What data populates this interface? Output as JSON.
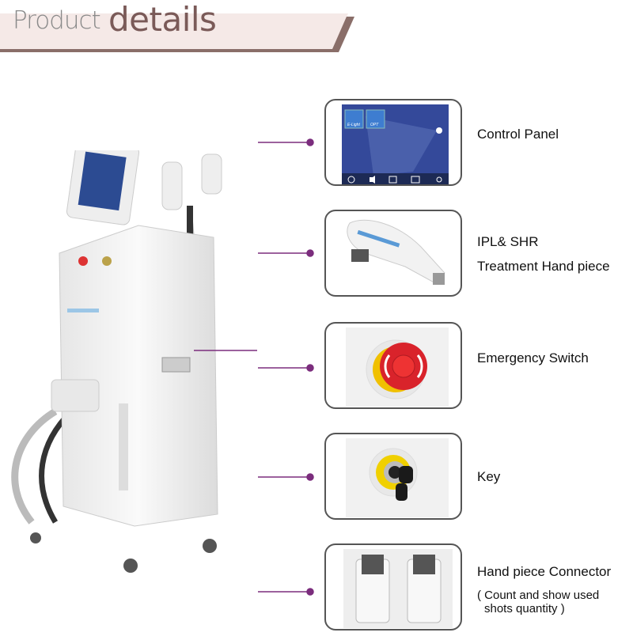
{
  "header": {
    "word1": "Product",
    "word2": "details"
  },
  "colors": {
    "accent": "#7b2d7d",
    "header_band": "#f5e9e7",
    "header_edge": "#8a6e69",
    "title_brown": "#7a5a58"
  },
  "features": [
    {
      "label": "Control Panel",
      "image": "touchscreen",
      "screen": {
        "icons": [
          "E-Light",
          "OPT"
        ],
        "bottom_icons": [
          "clock-icon",
          "speaker-icon",
          "a-icon",
          "frame-icon",
          "gear-icon"
        ]
      }
    },
    {
      "label": "IPL& SHR",
      "label2": "Treatment Hand piece",
      "image": "handpiece"
    },
    {
      "label": "Emergency Switch",
      "image": "emergency-button"
    },
    {
      "label": "Key",
      "image": "key-switch"
    },
    {
      "label": "Hand piece Connector",
      "note1": "( Count and show used",
      "note2": "shots quantity )",
      "image": "connectors"
    }
  ]
}
